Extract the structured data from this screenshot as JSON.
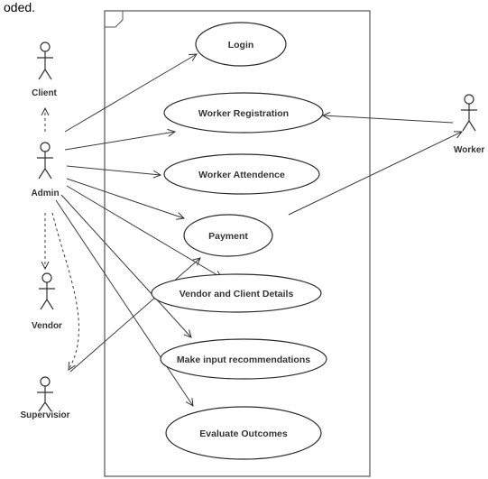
{
  "header_fragment": "oded.",
  "use_cases": [
    {
      "id": "login",
      "label": "Login"
    },
    {
      "id": "worker-registration",
      "label": "Worker Registration"
    },
    {
      "id": "worker-attendence",
      "label": "Worker Attendence"
    },
    {
      "id": "payment",
      "label": "Payment"
    },
    {
      "id": "vendor-client-details",
      "label": "Vendor and Client Details"
    },
    {
      "id": "make-input-recommendations",
      "label": "Make input recommendations"
    },
    {
      "id": "evaluate-outcomes",
      "label": "Evaluate Outcomes"
    }
  ],
  "actors": [
    {
      "id": "client",
      "label": "Client"
    },
    {
      "id": "admin",
      "label": "Admin"
    },
    {
      "id": "vendor",
      "label": "Vendor"
    },
    {
      "id": "supervisor",
      "label": "Supervisior"
    },
    {
      "id": "worker",
      "label": "Worker"
    }
  ]
}
